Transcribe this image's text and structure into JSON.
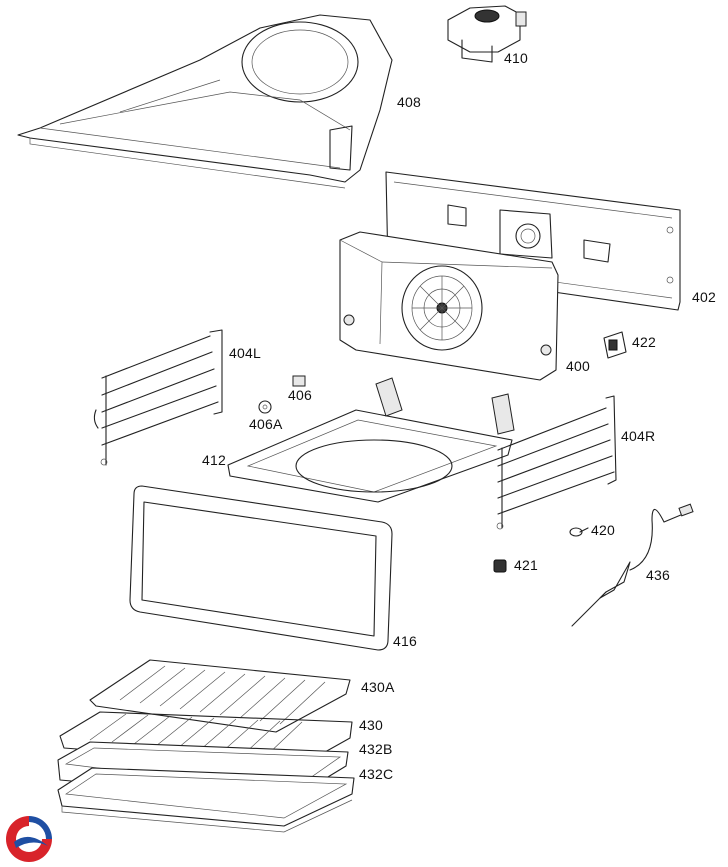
{
  "parts": [
    {
      "id": "408",
      "label": "408"
    },
    {
      "id": "410",
      "label": "410"
    },
    {
      "id": "402",
      "label": "402"
    },
    {
      "id": "400",
      "label": "400"
    },
    {
      "id": "422",
      "label": "422"
    },
    {
      "id": "404L",
      "label": "404L"
    },
    {
      "id": "406",
      "label": "406"
    },
    {
      "id": "406A",
      "label": "406A"
    },
    {
      "id": "412",
      "label": "412"
    },
    {
      "id": "404R",
      "label": "404R"
    },
    {
      "id": "420",
      "label": "420"
    },
    {
      "id": "421",
      "label": "421"
    },
    {
      "id": "436",
      "label": "436"
    },
    {
      "id": "416",
      "label": "416"
    },
    {
      "id": "430A",
      "label": "430A"
    },
    {
      "id": "430",
      "label": "430"
    },
    {
      "id": "432B",
      "label": "432B"
    },
    {
      "id": "432C",
      "label": "432C"
    }
  ],
  "logo": {
    "colors": {
      "red": "#d8232a",
      "blue": "#1f4fa3"
    }
  }
}
